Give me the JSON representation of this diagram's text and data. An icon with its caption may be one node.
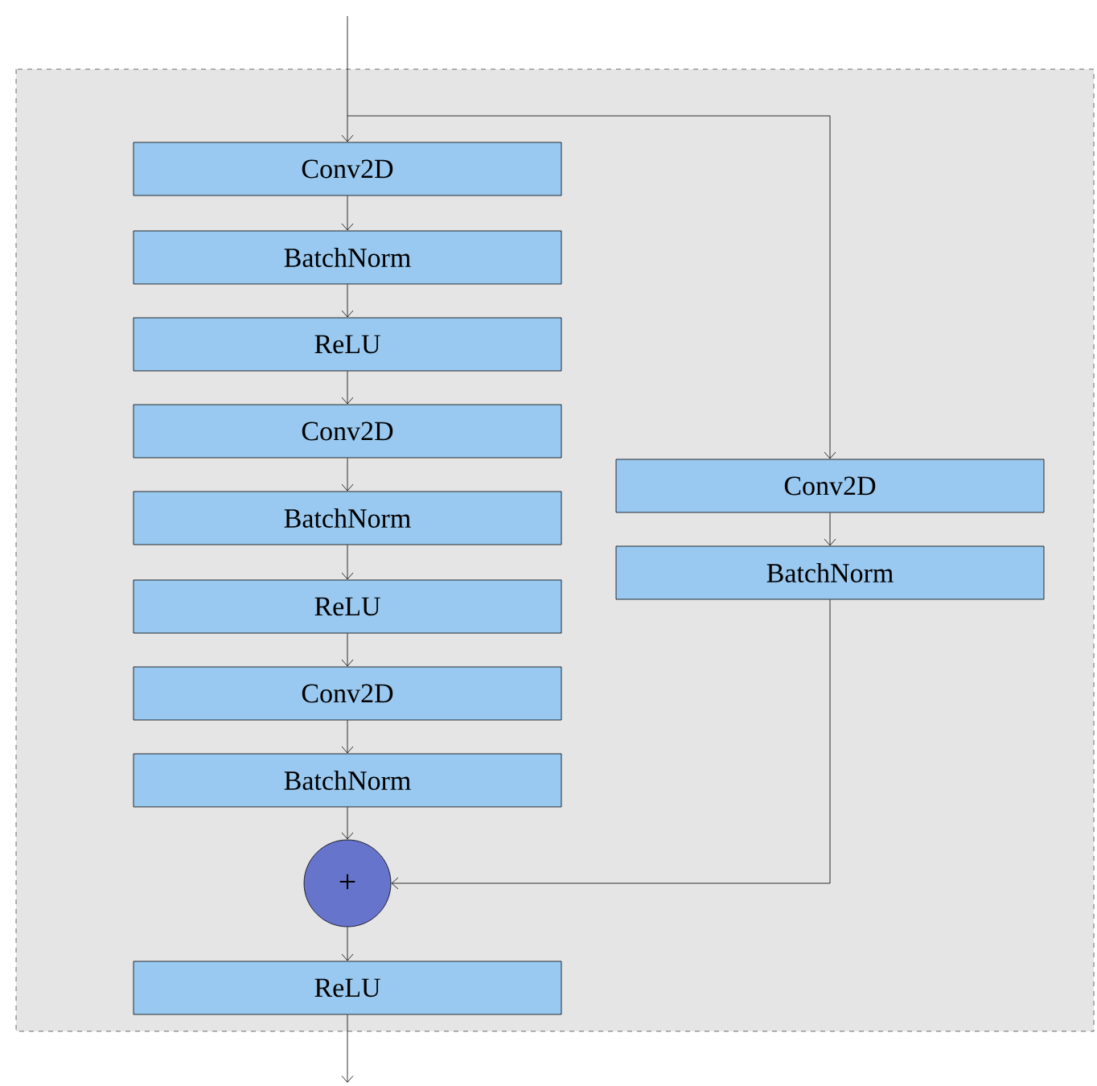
{
  "diagram": {
    "nodes": [
      {
        "text": [
          "Conv2D"
        ]
      },
      {
        "text": [
          "BatchNorm"
        ]
      },
      {
        "text": [
          "ReLU"
        ]
      },
      {
        "text": [
          "Conv2D"
        ]
      },
      {
        "text": [
          "BatchNorm"
        ]
      },
      {
        "text": [
          "ReLU"
        ]
      },
      {
        "text": [
          "Conv2D"
        ]
      },
      {
        "text": [
          "BatchNorm"
        ]
      },
      {
        "text": [
          "+"
        ]
      },
      {
        "text": [
          "ReLU"
        ]
      },
      {
        "text": [
          "Conv2D"
        ]
      },
      {
        "text": [
          "BatchNorm"
        ]
      }
    ],
    "edges": [
      {
        "from": null,
        "to": 0,
        "arrow": "to"
      },
      {
        "from": 0,
        "to": 1,
        "arrow": "to"
      },
      {
        "from": 1,
        "to": 2,
        "arrow": "to"
      },
      {
        "from": 2,
        "to": 3,
        "arrow": "to"
      },
      {
        "from": 3,
        "to": 4,
        "arrow": "to"
      },
      {
        "from": 4,
        "to": 5,
        "arrow": "to"
      },
      {
        "from": 5,
        "to": 6,
        "arrow": "to"
      },
      {
        "from": 6,
        "to": 7,
        "arrow": "to"
      },
      {
        "from": 7,
        "to": 8,
        "arrow": "to"
      },
      {
        "from": 8,
        "to": 9,
        "arrow": "to"
      },
      {
        "from": 9,
        "to": null,
        "arrow": "to"
      },
      {
        "from": null,
        "to": 10,
        "arrow": "to"
      },
      {
        "from": 10,
        "to": 11,
        "arrow": "to"
      },
      {
        "from": 11,
        "to": 8,
        "arrow": "to"
      }
    ]
  }
}
